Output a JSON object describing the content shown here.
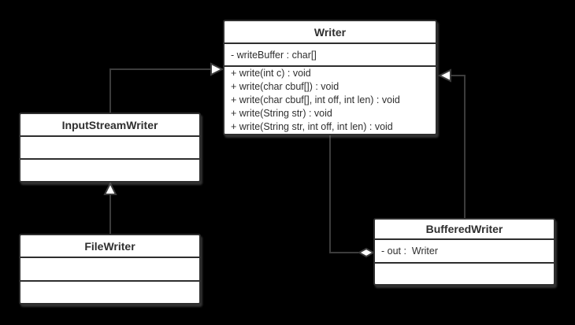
{
  "diagram": {
    "type": "uml-class-diagram",
    "colors": {
      "background": "#000000",
      "class_fill": "#ffffff",
      "class_border": "#2e2e2e",
      "edge_stroke": "#3c3c3c",
      "text": "#2f2f2f"
    },
    "classes": [
      {
        "name": "Writer",
        "attributes": [
          "- writeBuffer : char[]"
        ],
        "methods": [
          "+ write(int c) : void",
          "+ write(char cbuf[]) : void",
          "+ write(char cbuf[], int off, int len) : void",
          "+ write(String str) : void",
          "+ write(String str, int off, int len) : void"
        ]
      },
      {
        "name": "InputStreamWriter",
        "attributes": [],
        "methods": []
      },
      {
        "name": "FileWriter",
        "attributes": [],
        "methods": []
      },
      {
        "name": "BufferedWriter",
        "attributes": [
          "- out :  Writer"
        ],
        "methods": []
      }
    ],
    "relationships": [
      {
        "type": "generalization",
        "from": "InputStreamWriter",
        "to": "Writer"
      },
      {
        "type": "generalization",
        "from": "FileWriter",
        "to": "InputStreamWriter"
      },
      {
        "type": "generalization",
        "from": "BufferedWriter",
        "to": "Writer"
      },
      {
        "type": "aggregation",
        "whole": "BufferedWriter",
        "part": "Writer"
      }
    ]
  }
}
